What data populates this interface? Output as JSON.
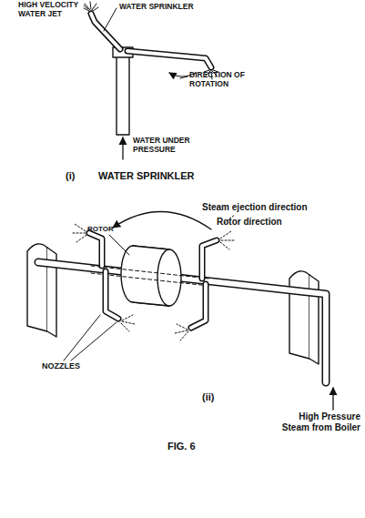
{
  "diagram": {
    "caption": "FIG. 6",
    "labels": [
      "HIGH VELOCITY WATER JET",
      "WATER SPRINKLER",
      "DIRECTION OF ROTATION",
      "WATER UNDER PRESSURE",
      "(i)",
      "WATER SPRINKLER",
      "Steam ejection direction",
      "Rotor direction",
      "ROTOR",
      "NOZZLES",
      "(ii)",
      "High Pressure Steam from Boiler"
    ]
  }
}
